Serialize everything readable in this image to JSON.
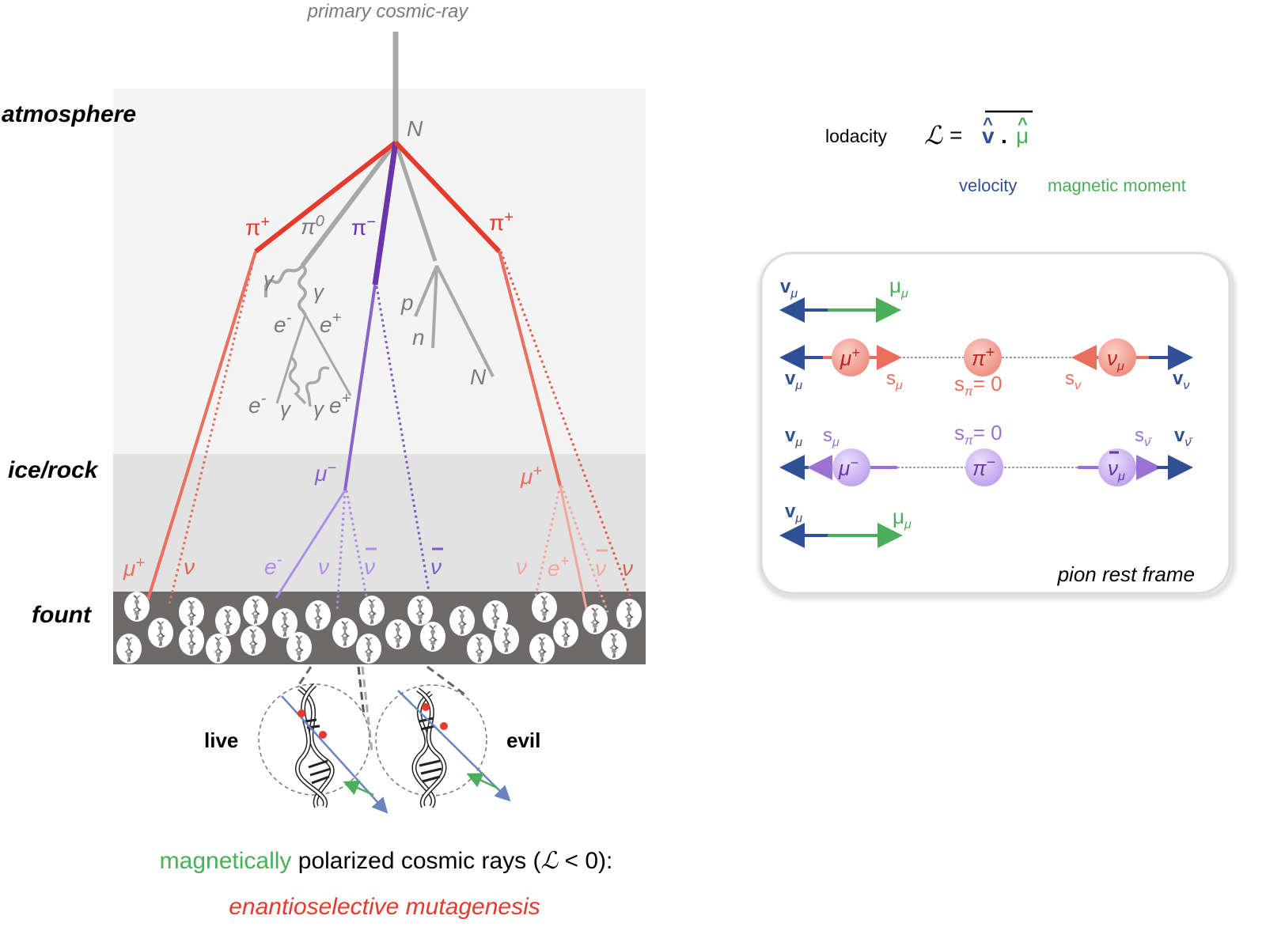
{
  "shower": {
    "primary_label": "primary cosmic-ray",
    "layers": {
      "atmosphere": "atmosphere",
      "ice_rock": "ice/rock",
      "fount": "fount"
    },
    "particles": {
      "N_top": "N",
      "pi_plus_left": "π",
      "pi_plus_left_sup": "+",
      "pi_zero": "π",
      "pi_zero_sup": "0",
      "pi_minus": "π",
      "pi_minus_sup": "−",
      "pi_plus_right": "π",
      "pi_plus_right_sup": "+",
      "gamma_1": "γ",
      "gamma_2": "γ",
      "e_minus_1": "e",
      "e_minus_1_sup": "-",
      "e_plus_1": "e",
      "e_plus_1_sup": "+",
      "e_minus_2": "e",
      "e_minus_2_sup": "-",
      "gamma_3": "γ",
      "gamma_4": "γ",
      "e_plus_2": "e",
      "e_plus_2_sup": "+",
      "p": "p",
      "n": "n",
      "N_bottom": "N",
      "mu_minus": "μ",
      "mu_minus_sup": "−",
      "mu_plus_right": "μ",
      "mu_plus_right_sup": "+",
      "mu_plus_left": "μ",
      "mu_plus_left_sup": "+",
      "nu_left": "ν",
      "e_minus_3": "e",
      "e_minus_3_sup": "-",
      "nu_mid": "ν",
      "nubar_mid": "ν",
      "nubar_center": "ν",
      "nu_right_1": "ν",
      "e_plus_3": "e",
      "e_plus_3_sup": "+",
      "nubar_right": "ν",
      "nu_right_2": "ν"
    },
    "zoom_labels": {
      "left": "live",
      "right": "evil"
    }
  },
  "lodacity": {
    "label": "lodacity",
    "symbol": "ℒ",
    "equals": "=",
    "v_hat": "v",
    "dot": ".",
    "mu_hat": "μ",
    "hat": "^",
    "legend_velocity": "velocity",
    "legend_magnetic": "magnetic moment"
  },
  "rest_frame": {
    "caption": "pion rest frame",
    "top_legend": {
      "v": "v",
      "v_sub": "μ",
      "mu": "μ",
      "mu_sub": "μ"
    },
    "pi_plus_row": {
      "mu_particle": "μ",
      "mu_sup": "+",
      "pion": "π",
      "pion_sup": "+",
      "nu_particle": "ν",
      "nu_sub": "μ",
      "v_left": "v",
      "v_left_sub": "μ",
      "s_mu": "s",
      "s_mu_sub": "μ",
      "s_pi": "s",
      "s_pi_sub": "π",
      "s_pi_val": "= 0",
      "s_nu": "s",
      "s_nu_sub": "ν",
      "v_right": "v",
      "v_right_sub": "ν"
    },
    "pi_minus_row": {
      "mu_particle": "μ",
      "mu_sup": "−",
      "pion": "π",
      "pion_sup": "−",
      "nu_particle": "ν",
      "nu_sub": "μ",
      "v_left": "v",
      "v_left_sub": "μ",
      "s_mu": "s",
      "s_mu_sub": "μ",
      "s_pi": "s",
      "s_pi_sub": "π",
      "s_pi_val": "= 0",
      "s_nu": "s",
      "s_nu_sub": "ν̄",
      "v_right": "v",
      "v_right_sub": "ν̄"
    },
    "bottom_legend": {
      "v": "v",
      "v_sub": "μ",
      "mu": "μ",
      "mu_sub": "μ"
    }
  },
  "caption": {
    "line1_green": "magnetically",
    "line1_rest": " polarized cosmic rays (",
    "line1_symbol": "ℒ",
    "line1_cond": " < 0):",
    "line2": "enantioselective mutagenesis"
  },
  "colors": {
    "red": "#e53a2c",
    "red_light": "#ea6f5e",
    "red_pale": "#f2a79c",
    "purple_dark": "#6a35a8",
    "purple": "#8a63cc",
    "purple_light": "#ad8ee6",
    "gray": "#a8a8a8",
    "blue": "#2f4f96",
    "green": "#4aae5a",
    "atmosphere_bg": "#f4f4f4",
    "ice_bg": "#e2e2e2",
    "fount_bg": "#6d6a69"
  }
}
